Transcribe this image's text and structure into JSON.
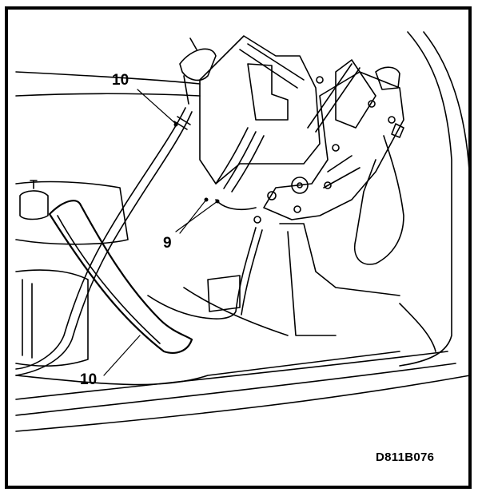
{
  "callouts": {
    "top": "10",
    "middle": "9",
    "bottom": "10"
  },
  "figure_code": "D811B076",
  "colors": {
    "ink": "#000000",
    "paper": "#ffffff"
  }
}
